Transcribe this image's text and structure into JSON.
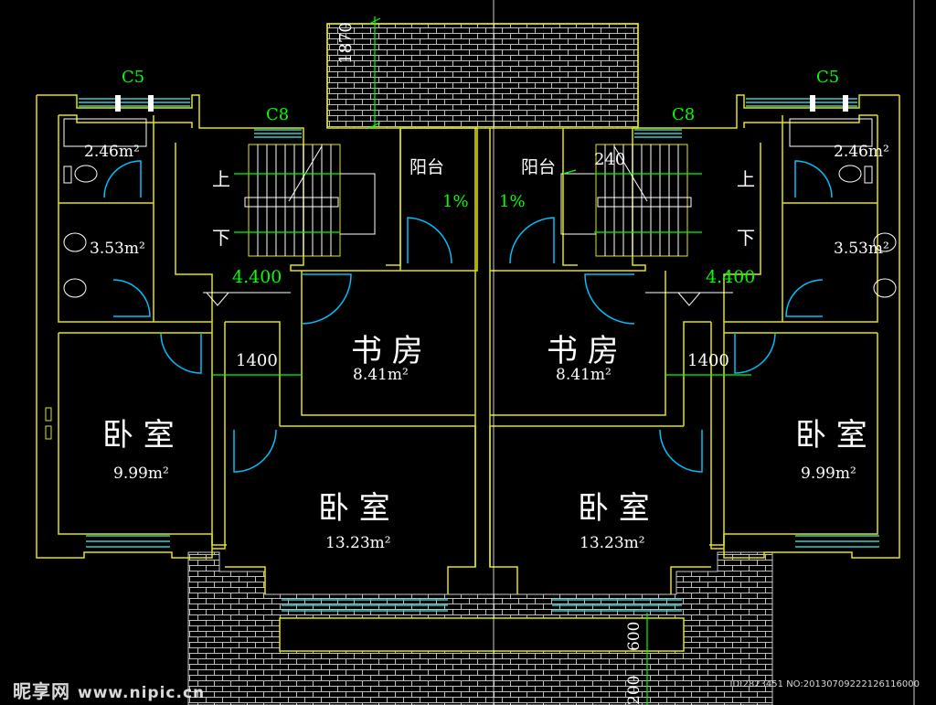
{
  "colors": {
    "background": "#000000",
    "wall": "#e6e600",
    "text": "#ffffff",
    "dimension": "#00ff00",
    "door": "#00bfff",
    "window": "#33cccc",
    "hatch": "#c8c8c8"
  },
  "plan": {
    "rooms_left": {
      "bath_upper_area": "2.46m²",
      "bath_lower_area": "3.53m²",
      "bedroom_side_name": "卧  室",
      "bedroom_side_area": "9.99m²",
      "study_name": "书  房",
      "study_area": "8.41m²",
      "bedroom_main_name": "卧  室",
      "bedroom_main_area": "13.23m²",
      "balcony_name": "阳台",
      "balcony_slope": "1%",
      "stair_up": "上",
      "stair_down": "下",
      "level": "4.400",
      "corridor_width": "1400",
      "window_top": "C5",
      "window_stair": "C8"
    },
    "rooms_right": {
      "bath_upper_area": "2.46m²",
      "bath_lower_area": "3.53m²",
      "bedroom_side_name": "卧  室",
      "bedroom_side_area": "9.99m²",
      "study_name": "书  房",
      "study_area": "8.41m²",
      "bedroom_main_name": "卧  室",
      "bedroom_main_area": "13.23m²",
      "balcony_name": "阳台",
      "balcony_slope": "1%",
      "stair_up": "上",
      "stair_down": "下",
      "level": "4.400",
      "corridor_width": "1400",
      "window_top": "C5",
      "window_stair": "C8",
      "wall_thickness": "240"
    },
    "dimensions": {
      "roof_depth": "1870",
      "bottom_dim_1": "600",
      "bottom_dim_2": "200"
    }
  },
  "watermark": {
    "site_name": "昵享网",
    "url": "www.nipic.cn",
    "id_text": "ID:2823451 NO:20130709222126116000"
  }
}
